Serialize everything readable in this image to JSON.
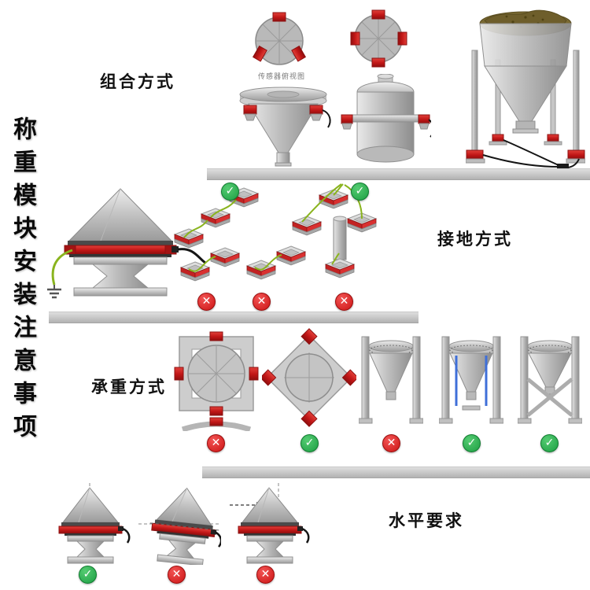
{
  "page": {
    "title": "称重模块安装注意事项"
  },
  "sections": {
    "combination": {
      "label": "组合方式",
      "caption": "传感器俯视图"
    },
    "grounding": {
      "label": "接地方式"
    },
    "bearing": {
      "label": "承重方式"
    },
    "level": {
      "label": "水平要求"
    }
  },
  "marks": {
    "check": "✓",
    "cross": "✕"
  },
  "colors": {
    "module_red": "#c01616",
    "ok_green": "#1d9e43",
    "error_red": "#cc1414",
    "cable_green": "#8ab41e",
    "metal_gray": "#c2c2c2",
    "divider_gray": "#c9c9c9",
    "brace_blue": "#3f6fd8",
    "material_brown": "#7a6a33"
  }
}
